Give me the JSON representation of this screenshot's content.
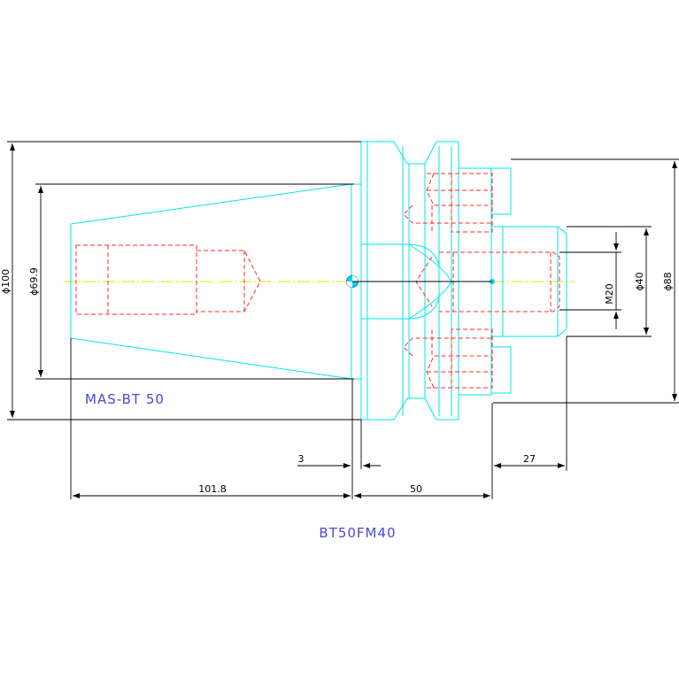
{
  "labels": {
    "model_name": "MAS-BT 50",
    "part_number": "BT50FM40"
  },
  "dimensions": {
    "phi100": "ϕ100",
    "phi69_9": "ϕ69.9",
    "phi40": "ϕ40",
    "phi88": "ϕ88",
    "m20": "M20",
    "len_3": "3",
    "len_101_8": "101.8",
    "len_50": "50",
    "len_27": "27"
  },
  "colors": {
    "outline": "#00e5ee",
    "hidden": "#ff2a2a",
    "dimension": "#000000",
    "centerline": "#e0e000",
    "label": "#4a4ad8"
  }
}
